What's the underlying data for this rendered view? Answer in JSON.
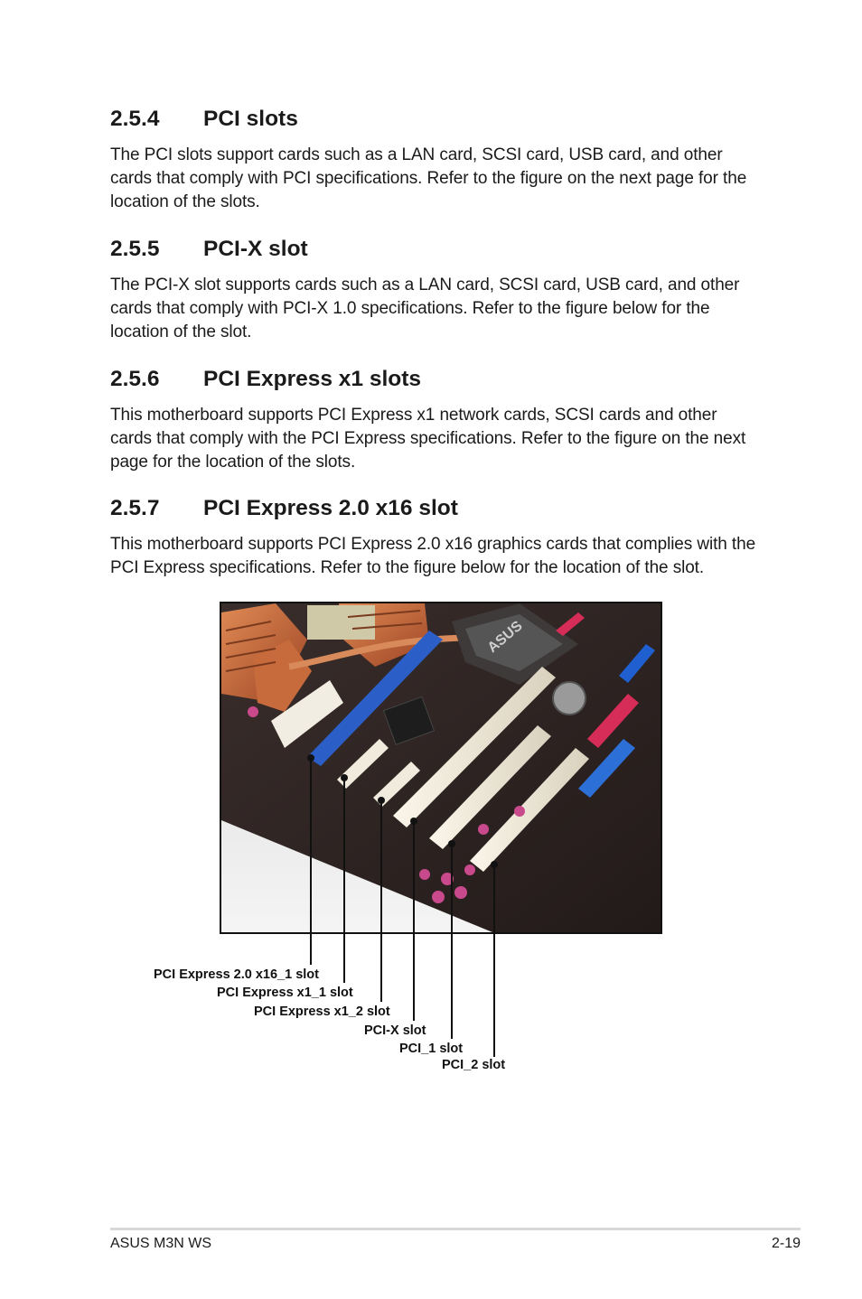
{
  "sections": [
    {
      "number": "2.5.4",
      "title": "PCI slots",
      "text": "The PCI slots support cards such as a LAN card, SCSI card, USB card, and other cards that comply with PCI specifications. Refer to the figure on the next page for the location of the slots."
    },
    {
      "number": "2.5.5",
      "title": "PCI-X slot",
      "text": "The PCI-X slot supports cards such as a LAN card, SCSI card, USB card, and other cards that comply with PCI-X 1.0 specifications. Refer to the figure below for the location of the slot."
    },
    {
      "number": "2.5.6",
      "title": "PCI Express x1 slots",
      "text": "This motherboard supports PCI Express x1 network cards, SCSI cards and other cards that comply with the PCI Express specifications. Refer to the figure on the next page for the location of the slots."
    },
    {
      "number": "2.5.7",
      "title": "PCI Express 2.0 x16 slot",
      "text": "This motherboard supports PCI Express 2.0 x16 graphics cards that complies with the PCI Express specifications. Refer to the figure below for the location of the slot."
    }
  ],
  "figure": {
    "board_logo": "ASUS",
    "callouts": [
      "PCI Express 2.0 x16_1 slot",
      "PCI Express x1_1 slot",
      "PCI Express x1_2 slot",
      "PCI-X slot",
      "PCI_1 slot",
      "PCI_2 slot"
    ]
  },
  "footer": {
    "left": "ASUS M3N WS",
    "right": "2-19"
  }
}
